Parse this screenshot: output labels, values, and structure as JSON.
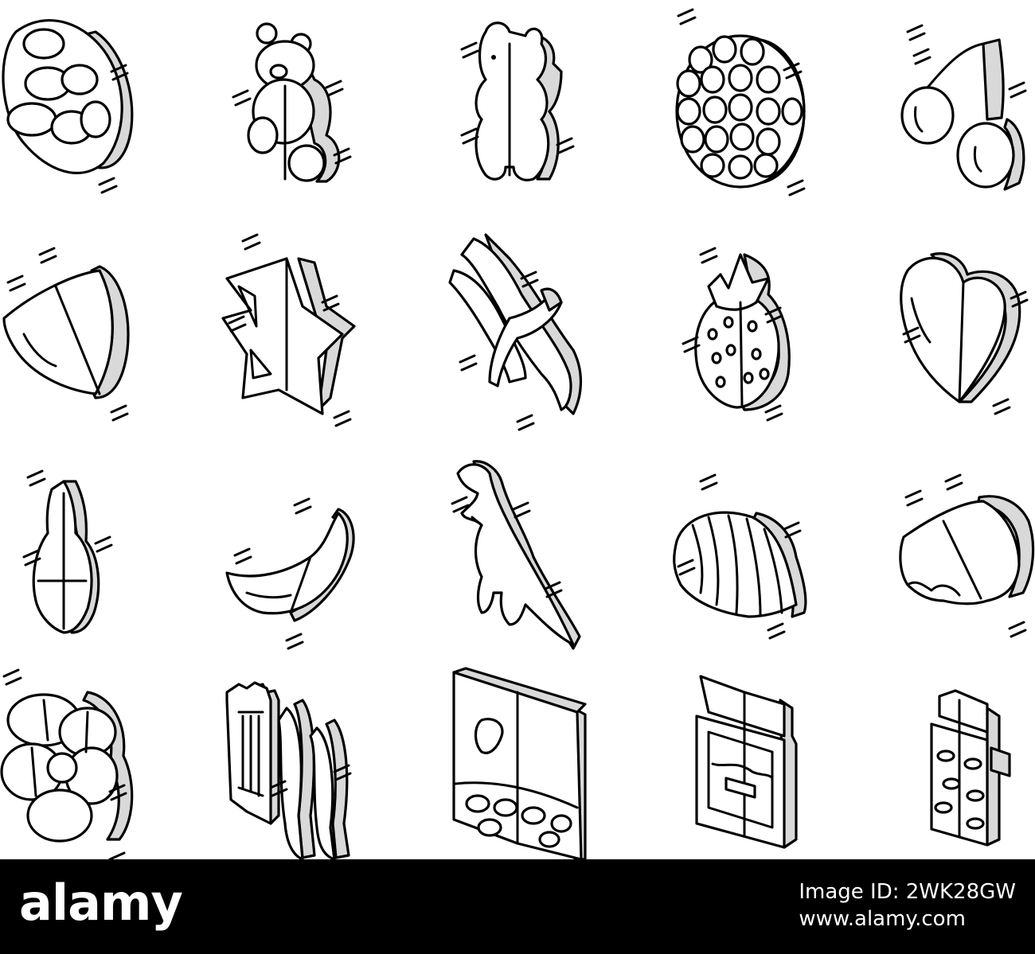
{
  "footer": {
    "logo": "alamy",
    "image_id_label": "Image ID: 2WK28GW",
    "site": "www.alamy.com"
  },
  "icons": [
    {
      "row": 0,
      "col": 0,
      "name": "jelly-beans-ring-icon"
    },
    {
      "row": 0,
      "col": 1,
      "name": "sitting-bear-icon"
    },
    {
      "row": 0,
      "col": 2,
      "name": "gummy-bear-icon"
    },
    {
      "row": 0,
      "col": 3,
      "name": "raspberry-icon"
    },
    {
      "row": 0,
      "col": 4,
      "name": "cherries-icon"
    },
    {
      "row": 1,
      "col": 0,
      "name": "orange-slice-icon"
    },
    {
      "row": 1,
      "col": 1,
      "name": "star-icon"
    },
    {
      "row": 1,
      "col": 2,
      "name": "gummy-worms-icon"
    },
    {
      "row": 1,
      "col": 3,
      "name": "strawberry-icon"
    },
    {
      "row": 1,
      "col": 4,
      "name": "heart-icon"
    },
    {
      "row": 2,
      "col": 0,
      "name": "cola-bottle-icon"
    },
    {
      "row": 2,
      "col": 1,
      "name": "banana-icon"
    },
    {
      "row": 2,
      "col": 2,
      "name": "dinosaur-icon"
    },
    {
      "row": 2,
      "col": 3,
      "name": "jelly-mold-icon"
    },
    {
      "row": 2,
      "col": 4,
      "name": "shell-icon"
    },
    {
      "row": 3,
      "col": 0,
      "name": "flower-icon"
    },
    {
      "row": 3,
      "col": 1,
      "name": "candy-strips-icon"
    },
    {
      "row": 3,
      "col": 2,
      "name": "candy-bag-icon"
    },
    {
      "row": 3,
      "col": 3,
      "name": "candy-jar-icon"
    },
    {
      "row": 3,
      "col": 4,
      "name": "jelly-bean-pack-icon"
    }
  ]
}
